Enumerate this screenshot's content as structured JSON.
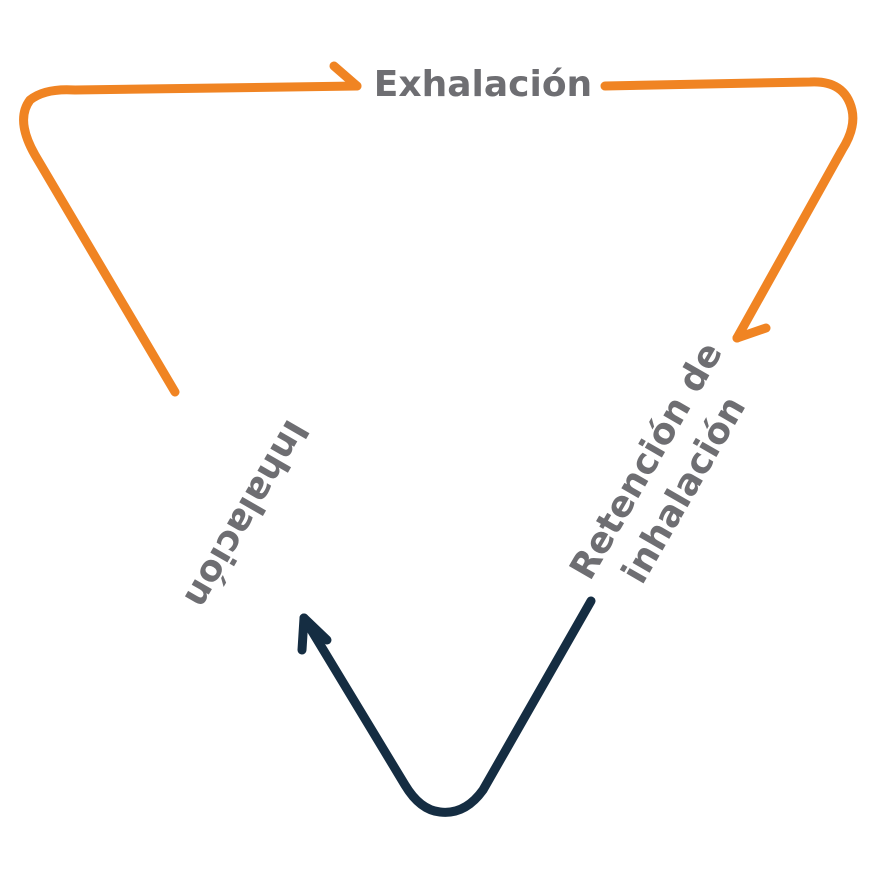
{
  "diagram": {
    "labels": {
      "top": "Exhalación",
      "right_line1": "Retención de",
      "right_line2": "inhalación",
      "left": "Inhalación"
    },
    "colors": {
      "orange": "#f08423",
      "navy": "#152d42",
      "text": "#6e6e72"
    }
  }
}
